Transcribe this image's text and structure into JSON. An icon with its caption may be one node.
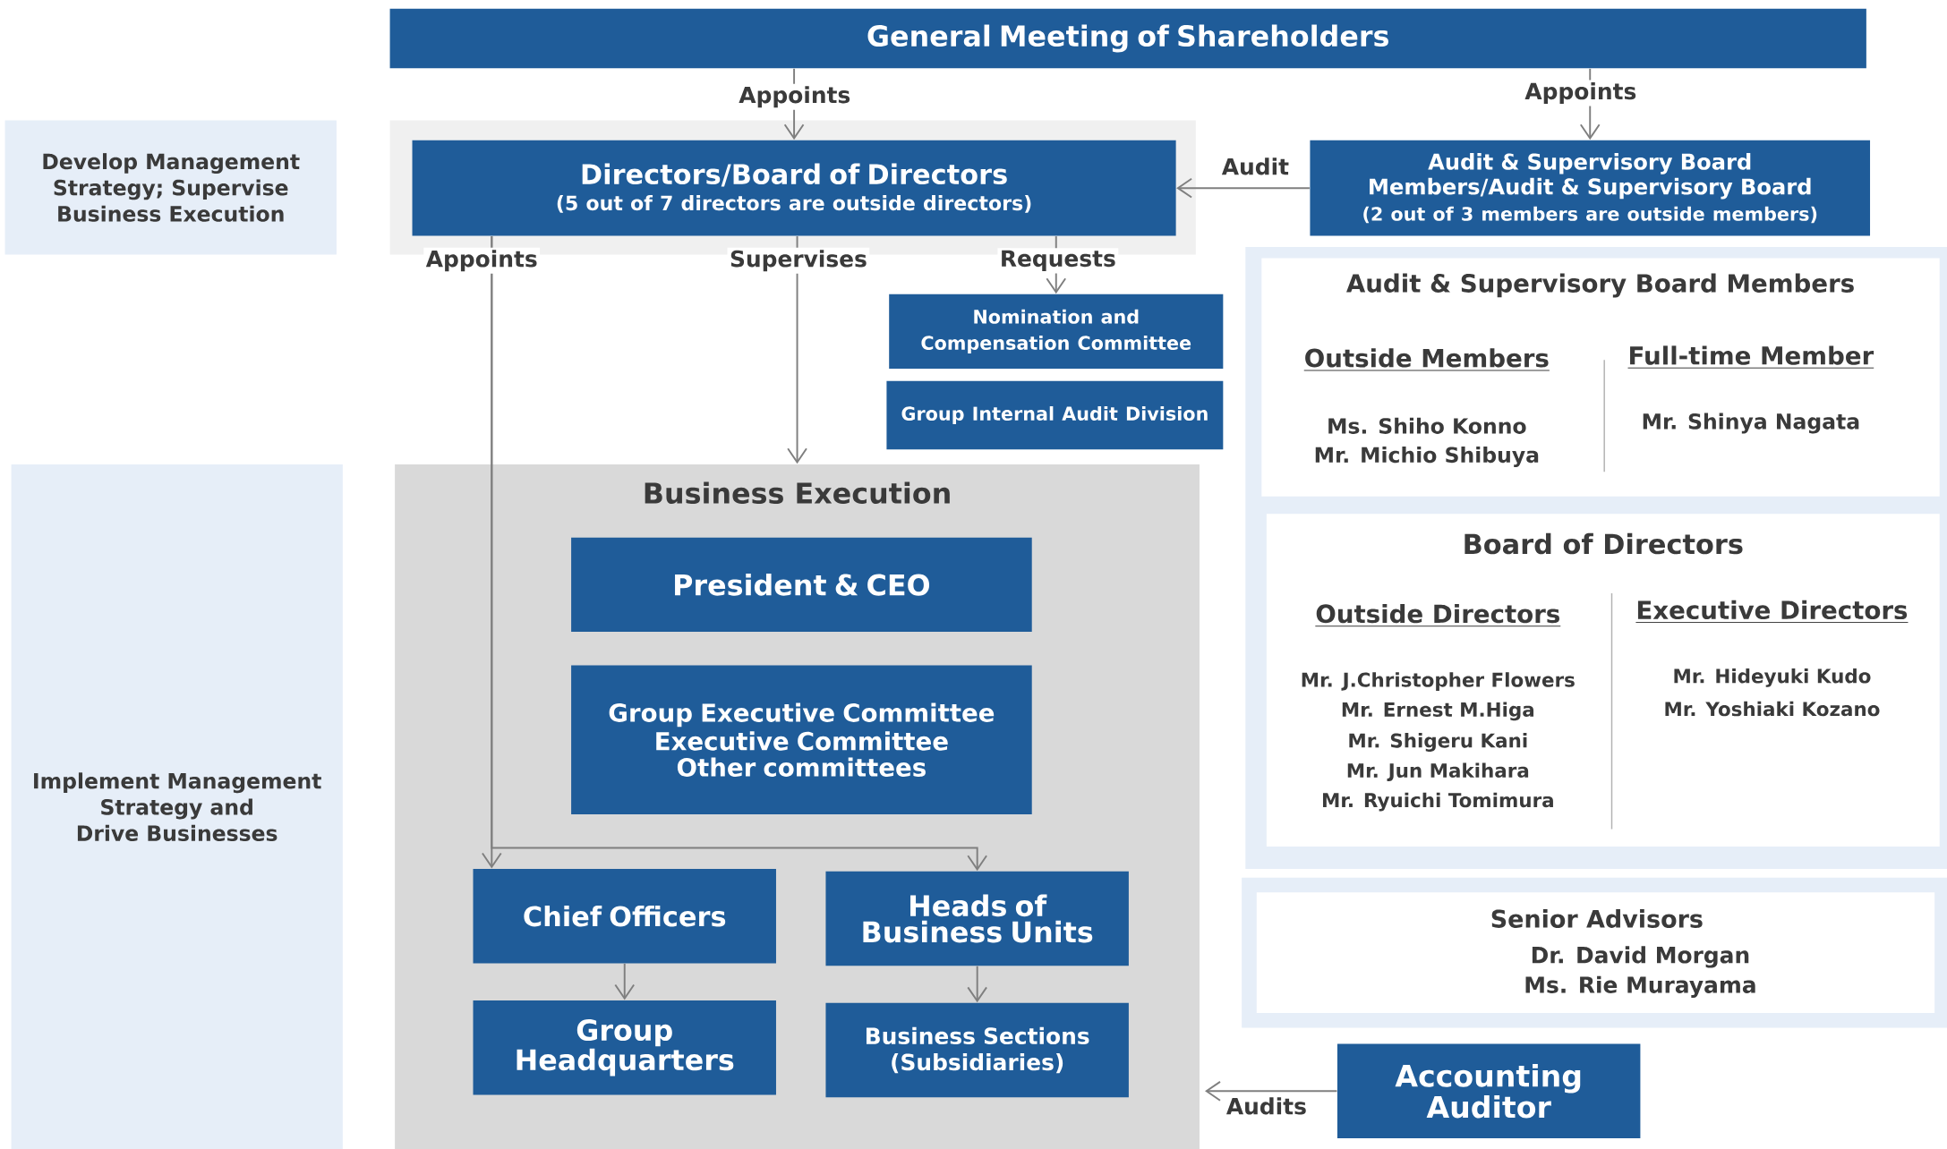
{
  "diagram": {
    "nodes": [
      {
        "text": [
          "General Meeting of Shareholders"
        ]
      },
      {
        "text": [
          "Develop Management Strategy; Supervise Business Execution"
        ]
      },
      {
        "text": [
          "Directors/Board of Directors",
          "(5 out of 7 directors are outside directors)"
        ]
      },
      {
        "text": [
          "Audit & Supervisory Board Members/Audit & Supervisory Board",
          "(2 out of 3 members are outside members)"
        ]
      },
      {
        "text": [
          "Nomination and Compensation Committee"
        ]
      },
      {
        "text": [
          "Group Internal Audit Division"
        ]
      },
      {
        "text": [
          "Implement Management Strategy and Drive Businesses"
        ]
      },
      {
        "text": [
          "Business Execution"
        ]
      },
      {
        "text": [
          "President & CEO"
        ],
        "in": 7
      },
      {
        "text": [
          "Group Executive Committee",
          "Executive Committee",
          "Other committees"
        ],
        "in": 7
      },
      {
        "text": [
          "Chief Officers"
        ],
        "in": 7
      },
      {
        "text": [
          "Heads of Business Units"
        ],
        "in": 7
      },
      {
        "text": [
          "Group Headquarters"
        ],
        "in": 7
      },
      {
        "text": [
          "Business Sections (Subsidiaries)"
        ],
        "in": 7
      },
      {
        "text": [],
        "shape": "box"
      },
      {
        "text": [
          "Audit & Supervisory Board Members",
          "Outside Members",
          "Ms. Shiho Konno",
          "Mr. Michio Shibuya",
          "Full-time Member",
          "Mr. Shinya Nagata"
        ],
        "in": 14
      },
      {
        "text": [
          "Board of Directors",
          "Outside Directors",
          "Mr. J.Christopher Flowers",
          "Mr. Ernest M.Higa",
          "Mr. Shigeru Kani",
          "Mr. Jun Makihara",
          "Mr. Ryuichi Tomimura",
          "Executive Directors",
          "Mr. Hideyuki Kudo",
          "Mr. Yoshiaki Kozano"
        ],
        "in": 14
      },
      {
        "text": [
          "Senior Advisors",
          "Dr. David Morgan",
          "Ms. Rie Murayama"
        ]
      },
      {
        "text": [
          "Accounting Auditor"
        ]
      }
    ],
    "edges": [
      {
        "from": 0,
        "to": 2,
        "arrow": "to",
        "label": "Appoints"
      },
      {
        "from": 0,
        "to": 3,
        "arrow": "to",
        "label": "Appoints"
      },
      {
        "from": 3,
        "to": 2,
        "arrow": "to",
        "label": "Audit"
      },
      {
        "from": 2,
        "to": 10,
        "arrow": "to",
        "label": "Appoints"
      },
      {
        "from": 2,
        "to": 11,
        "arrow": "to"
      },
      {
        "from": 2,
        "to": 7,
        "arrow": "to",
        "label": "Supervises"
      },
      {
        "from": 2,
        "to": 4,
        "arrow": "to",
        "label": "Requests"
      },
      {
        "from": 10,
        "to": 12,
        "arrow": "to"
      },
      {
        "from": 11,
        "to": 13,
        "arrow": "to"
      },
      {
        "from": 18,
        "to": 7,
        "arrow": "to",
        "label": "Audits"
      }
    ]
  }
}
